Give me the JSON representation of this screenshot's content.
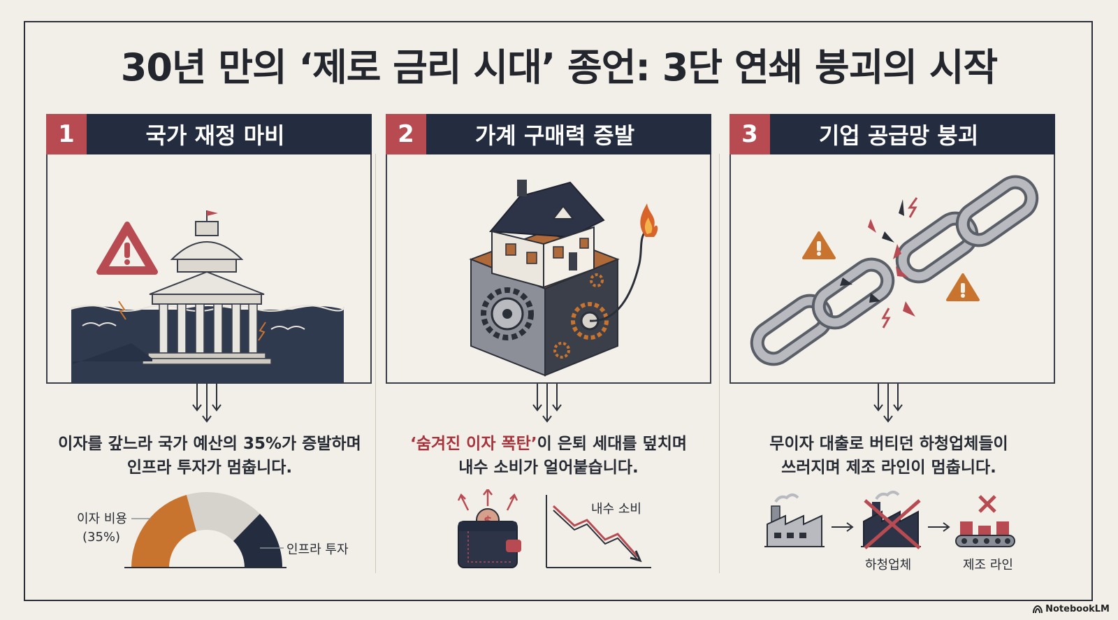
{
  "title": "30년 만의 ‘제로 금리 시대’ 종언: 3단 연쇄 붕괴의 시작",
  "panels": [
    {
      "number": "1",
      "heading": "국가 재정 마비",
      "desc_line1": "이자를 갚느라 국가 예산의 35%가 증발하며",
      "desc_line2": "인프라 투자가 멈춥니다.",
      "chart_label_interest": "이자 비용",
      "chart_label_interest_pct": "(35%)",
      "chart_label_infra": "인프라 투자"
    },
    {
      "number": "2",
      "heading": "가계 구매력 증발",
      "desc_highlight": "‘숨겨진 이자 폭탄’",
      "desc_line1_rest": "이 은퇴 세대를 덮치며",
      "desc_line2": "내수 소비가 얼어붙습니다.",
      "chart_label": "내수 소비"
    },
    {
      "number": "3",
      "heading": "기업 공급망 붕괴",
      "desc_line1": "무이자 대출로 버티던 하청업체들이",
      "desc_line2": "쓰러지며 제조 라인이 멈춥니다.",
      "label_subcontractor": "하청업체",
      "label_production": "제조 라인"
    }
  ],
  "footer": "NotebookLM",
  "colors": {
    "navy": "#242c40",
    "red": "#b84a52",
    "orange": "#c8742e",
    "gray": "#8a8e96"
  }
}
